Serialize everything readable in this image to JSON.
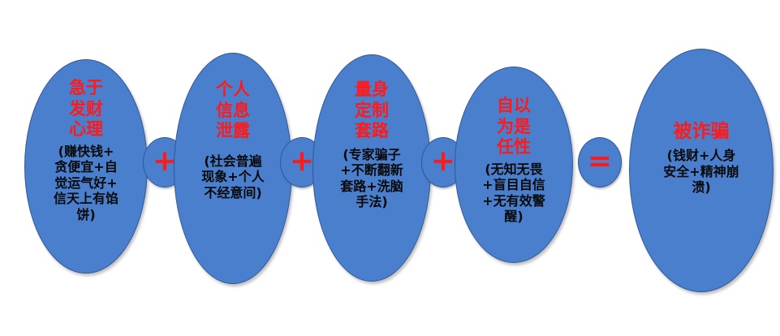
{
  "ovals": [
    {
      "title": "急于\n发财\n心理",
      "desc": "(赚快钱+\n贪便宜+自\n觉运气好+\n信天上有馅\n饼)"
    },
    {
      "title": "个人\n信息\n泄露",
      "desc": "(社会普遍\n现象+个人\n不经意间)"
    },
    {
      "title": "量身\n定制\n套路",
      "desc": "(专家骗子\n+不断翻新\n套路+洗脑\n手法)"
    },
    {
      "title": "自以\n为是\n任性",
      "desc": "(无知无畏\n+盲目自信\n+无有效警\n醒)"
    },
    {
      "title": "被诈骗",
      "desc": "(钱财+人身\n安全+精神崩\n溃)"
    }
  ],
  "operators": [
    "+",
    "+",
    "+",
    "="
  ],
  "colors": {
    "fill": "#4a7fce",
    "border": "#30589a",
    "title": "#ff1a1a",
    "desc": "#0a0a0a"
  }
}
